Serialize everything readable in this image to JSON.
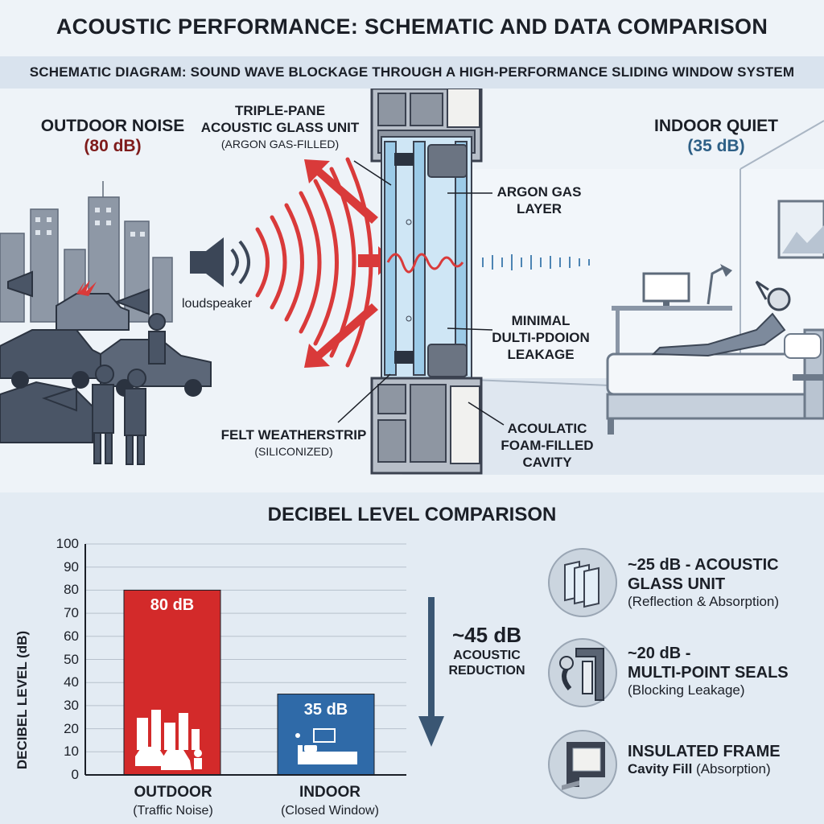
{
  "title": "ACOUSTIC PERFORMANCE: SCHEMATIC AND DATA COMPARISON",
  "subtitle": "SCHEMATIC DIAGRAM: SOUND WAVE BLOCKAGE THROUGH A HIGH-PERFORMANCE SLIDING WINDOW SYSTEM",
  "outdoor": {
    "label": "OUTDOOR NOISE",
    "level": "(80 dB)"
  },
  "indoor": {
    "label": "INDOOR QUIET",
    "level": "(35 dB)"
  },
  "loudspeaker_label": "loudspeaker",
  "callouts": {
    "glass_title_1": "TRIPLE-PANE",
    "glass_title_2": "ACOUSTIC GLASS UNIT",
    "glass_sub": "(ARGON GAS-FILLED)",
    "argon_1": "ARGON GAS",
    "argon_2": "LAYER",
    "leak_1": "MINIMAL",
    "leak_2": "DULTI-PDOION",
    "leak_3": "LEAKAGE",
    "felt_title": "FELT WEATHERSTRIP",
    "felt_sub": "(SILICONIZED)",
    "foam_1": "ACOULATIC",
    "foam_2": "FOAM-FILLED",
    "foam_3": "CAVITY"
  },
  "chart_data": {
    "type": "bar",
    "title": "DECIBEL LEVEL COMPARISON",
    "ylabel": "DECIBEL LEVEL (dB)",
    "ylim": [
      0,
      100
    ],
    "yticks": [
      "0",
      "10",
      "20",
      "30",
      "40",
      "50",
      "60",
      "70",
      "80",
      "90",
      "100"
    ],
    "grid": true,
    "categories": [
      "OUTDOOR",
      "INDOOR"
    ],
    "category_subs": [
      "(Traffic Noise)",
      "(Closed Window)"
    ],
    "values": [
      80,
      35
    ],
    "data_labels": [
      "80 dB",
      "35 dB"
    ],
    "colors": [
      "#d32a2a",
      "#2f6aa8"
    ]
  },
  "reduction": {
    "value": "~45 dB",
    "line1": "ACOUSTIC",
    "line2": "REDUCTION"
  },
  "legend": [
    {
      "icon": "glass-panes-icon",
      "head1": "~25 dB - ACOUSTIC",
      "head2": "GLASS UNIT",
      "sub": "(Reflection & Absorption)"
    },
    {
      "icon": "seal-icon",
      "head1": "~20 dB -",
      "head2": "MULTI-POINT SEALS",
      "sub": "(Blocking Leakage)"
    },
    {
      "icon": "insulated-frame-icon",
      "head1": "INSULATED FRAME",
      "head2_bold": "Cavity Fill",
      "head2_rest": " (Absorption)"
    }
  ],
  "colors": {
    "noise_red": "#d93a3a",
    "indoor_blue": "#2f6aa8",
    "city_gray": "#7d8796"
  }
}
